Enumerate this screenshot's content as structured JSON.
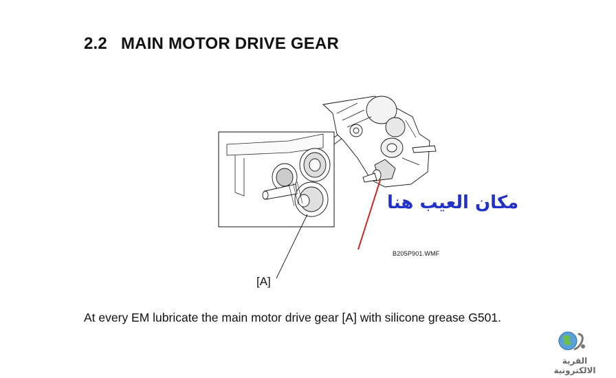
{
  "section": {
    "number": "2.2",
    "title": "MAIN MOTOR DRIVE GEAR"
  },
  "figure": {
    "callout_label": "[A]",
    "file_name": "B205P901.WMF"
  },
  "annotation": {
    "arabic_text": "مكان العيب هنا",
    "color": "#2232c8",
    "pointer_color": "#d42020"
  },
  "body": {
    "instruction": "At every EM lubricate the main motor drive gear [A] with silicone grease G501."
  },
  "watermark": {
    "site_name": "القرية الالكترونية"
  }
}
